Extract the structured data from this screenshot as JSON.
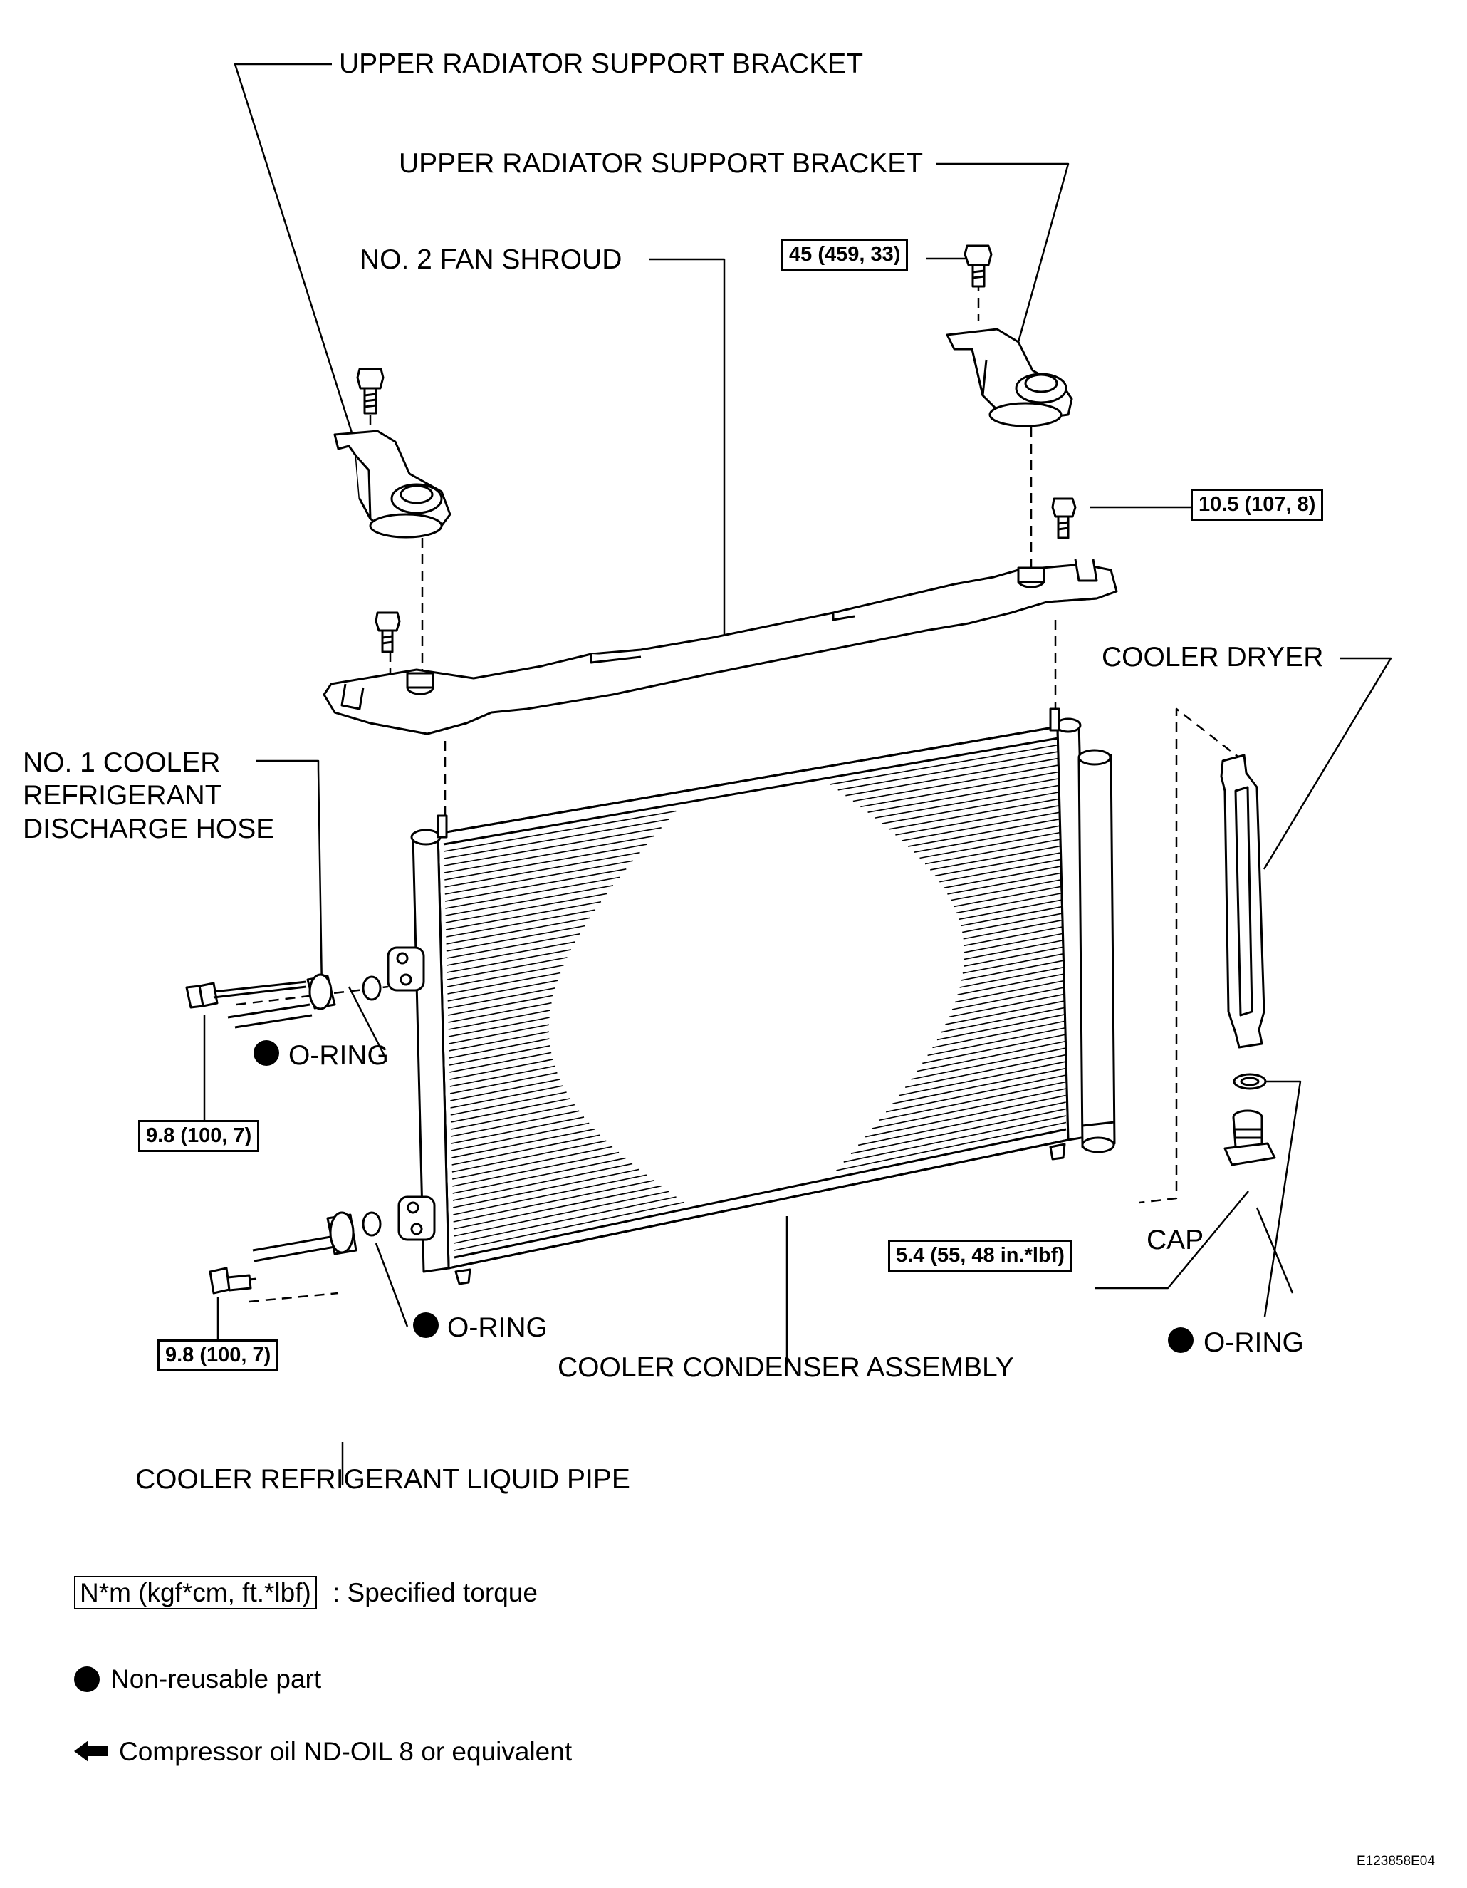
{
  "labels": {
    "upper_bracket_left": "UPPER RADIATOR SUPPORT BRACKET",
    "upper_bracket_right": "UPPER RADIATOR SUPPORT BRACKET",
    "fan_shroud": "NO. 2 FAN SHROUD",
    "cooler_dryer": "COOLER DRYER",
    "discharge_hose": "NO. 1 COOLER\nREFRIGERANT\nDISCHARGE HOSE",
    "o_ring_upper": "O-RING",
    "o_ring_lower": "O-RING",
    "o_ring_right": "O-RING",
    "cap": "CAP",
    "condenser_assembly": "COOLER CONDENSER ASSEMBLY",
    "liquid_pipe": "COOLER REFRIGERANT LIQUID PIPE"
  },
  "torques": {
    "bracket_bolt": "45 (459, 33)",
    "shroud_bolt": "10.5 (107, 8)",
    "hose_bolt": "9.8 (100, 7)",
    "pipe_bolt": "9.8 (100, 7)",
    "cap": "5.4 (55, 48 in.*lbf)"
  },
  "legend": {
    "torque_unit": "N*m (kgf*cm, ft.*lbf)",
    "torque_text": ": Specified torque",
    "nonreusable_text": "Non-reusable part",
    "oil_text": "Compressor oil ND-OIL 8 or equivalent"
  },
  "figure_code": "E123858E04"
}
